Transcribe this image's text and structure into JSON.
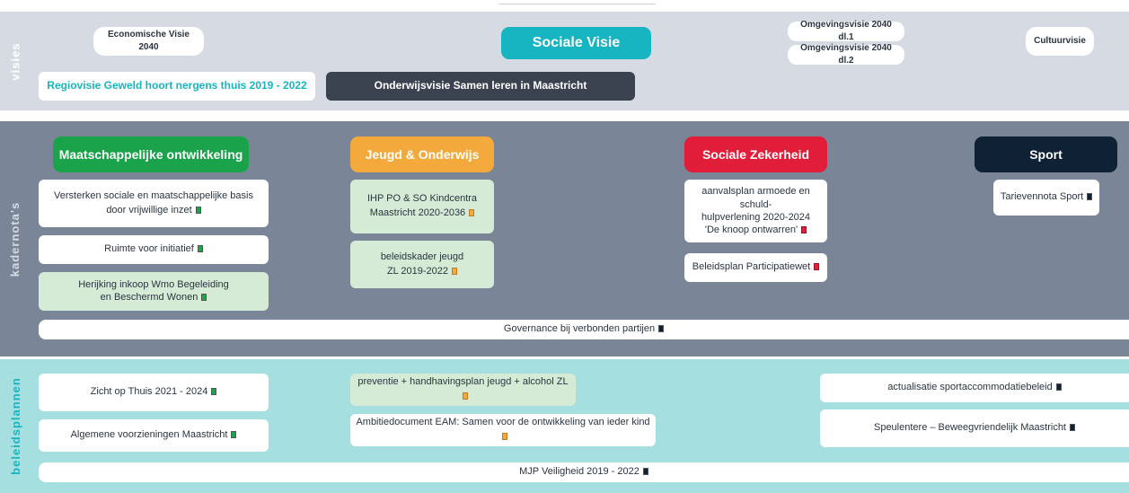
{
  "bands": {
    "visies": {
      "label": "visies"
    },
    "kadernota": {
      "label": "kadernota's"
    },
    "beleidsplannen": {
      "label": "beleidsplannen"
    }
  },
  "visies": {
    "economische": "Economische Visie 2040",
    "sociale": "Sociale Visie",
    "omgeving1": "Omgevingsvisie 2040 dl.1",
    "omgeving2": "Omgevingsvisie 2040 dl.2",
    "cultuur": "Cultuurvisie",
    "regiovisie": "Regiovisie Geweld hoort nergens thuis 2019 - 2022",
    "onderwijsvisie": "Onderwijsvisie Samen leren in Maastricht"
  },
  "kadernota": {
    "headers": {
      "maatschappelijk": "Maatschappelijke ontwikkeling",
      "jeugd": "Jeugd & Onderwijs",
      "sociale_zekerheid": "Sociale Zekerheid",
      "sport": "Sport"
    },
    "items": {
      "versterken_1": "Versterken sociale en maatschappelijke basis",
      "versterken_2": "door vrijwillige inzet",
      "ruimte": "Ruimte voor initiatief",
      "herijking_1": "Herijking inkoop Wmo Begeleiding",
      "herijking_2": "en Beschermd Wonen",
      "ihp_1": "IHP PO & SO Kindcentra",
      "ihp_2": "Maastricht 2020-2036",
      "beleidskader_1": "beleidskader jeugd",
      "beleidskader_2": "ZL 2019-2022",
      "armoede_1": "aanvalsplan armoede en schuld-",
      "armoede_2": "hulpverlening 2020-2024",
      "armoede_3": "'De knoop ontwarren'",
      "participatiewet": "Beleidsplan Participatiewet",
      "tarieven": "Tarievennota Sport",
      "governance": "Governance bij verbonden partijen"
    }
  },
  "beleidsplannen": {
    "zicht": "Zicht op Thuis 2021 - 2024",
    "algemene": "Algemene voorzieningen Maastricht",
    "preventie": "preventie + handhavingsplan jeugd + alcohol ZL",
    "ambitie": "Ambitiedocument EAM: Samen voor de ontwikkeling van ieder kind",
    "actualisatie": "actualisatie sportaccommodatiebeleid",
    "speulentere": "Speulentere – Beweegvriendelijk Maastricht",
    "mjp": "MJP Veiligheid 2019 - 2022"
  },
  "colors": {
    "visies_bg": "#d6dbe3",
    "kadernota_bg": "#7a8698",
    "beleidsplannen_bg": "#a6dfe0",
    "teal": "#17b5c2",
    "dark": "#3b4350",
    "green": "#1aa34a",
    "orange": "#f4a93c",
    "red": "#e21d3a",
    "navy": "#0f2135",
    "marker_green": "#1fa34a",
    "marker_orange": "#f4a93c",
    "marker_red": "#e21d3a",
    "marker_navy": "#0f2135"
  }
}
